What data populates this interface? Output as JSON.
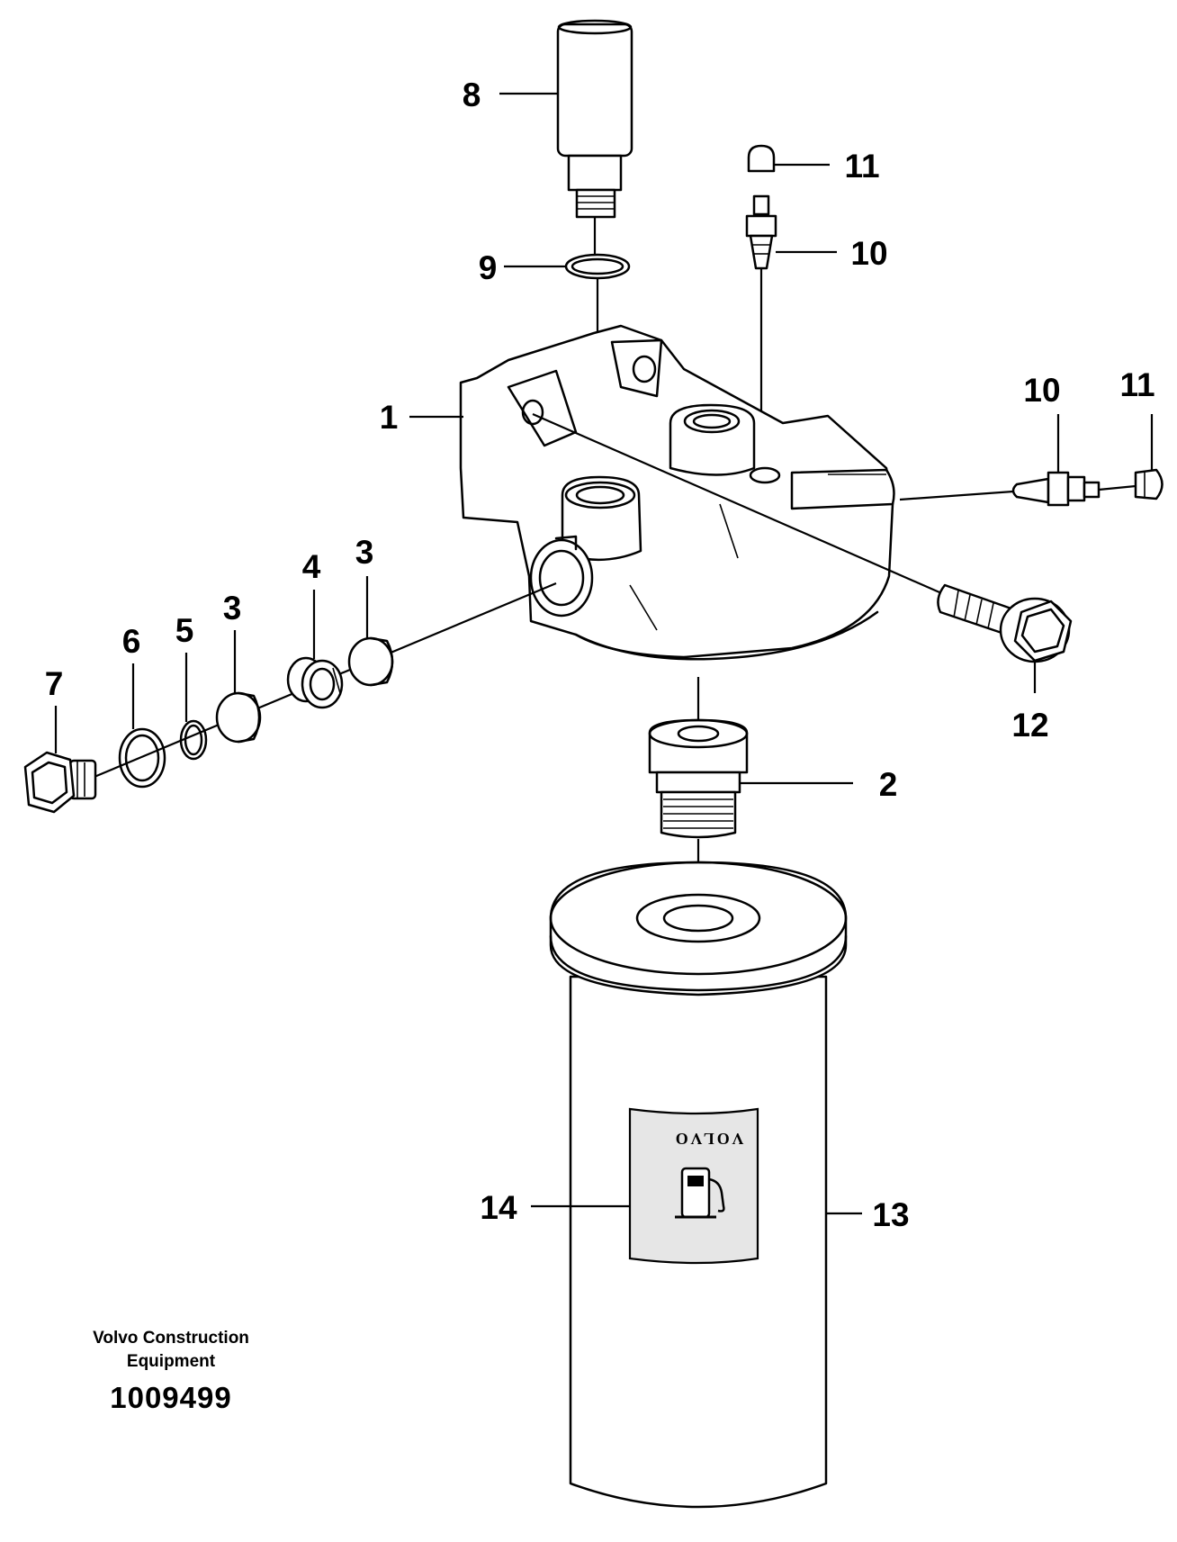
{
  "diagram": {
    "callouts": {
      "c1": "1",
      "c2": "2",
      "c3a": "3",
      "c3b": "3",
      "c4": "4",
      "c5": "5",
      "c6": "6",
      "c7": "7",
      "c8": "8",
      "c9": "9",
      "c10a": "10",
      "c10b": "10",
      "c11a": "11",
      "c11b": "11",
      "c12": "12",
      "c13": "13",
      "c14": "14"
    },
    "decal_brand": "VOLVO",
    "decal_icon": "fuel-pump-icon"
  },
  "footer": {
    "maker_line1": "Volvo Construction",
    "maker_line2": "Equipment",
    "drawing_number": "1009499"
  }
}
